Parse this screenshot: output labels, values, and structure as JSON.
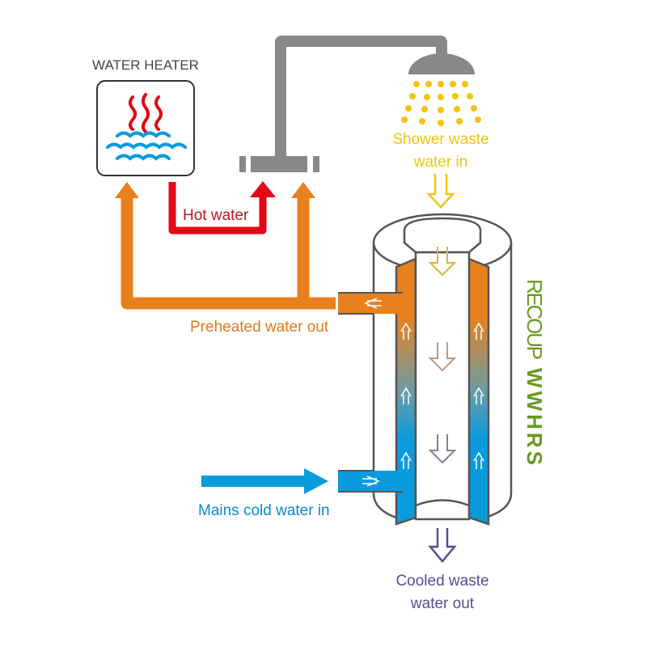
{
  "labels": {
    "water_heater": "WATER HEATER",
    "hot_water": "Hot water",
    "shower_waste_line1": "Shower waste",
    "shower_waste_line2": "water in",
    "preheated_out": "Preheated water out",
    "mains_cold_in": "Mains cold water in",
    "cooled_waste_line1": "Cooled waste",
    "cooled_waste_line2": "water out",
    "product_light": "RECOUP",
    "product_bold": "WWHRS"
  },
  "icons": {
    "water_heater": "water-heater-icon",
    "shower_head": "shower-head-icon"
  },
  "colors": {
    "hot": "#e30613",
    "preheated": "#e8801e",
    "cold": "#0a9ade",
    "shower_waste": "#f1c40f",
    "cooled_waste": "#5b4b94",
    "pipe_grey": "#888888",
    "outline": "#555555",
    "product": "#6a9a1f"
  }
}
